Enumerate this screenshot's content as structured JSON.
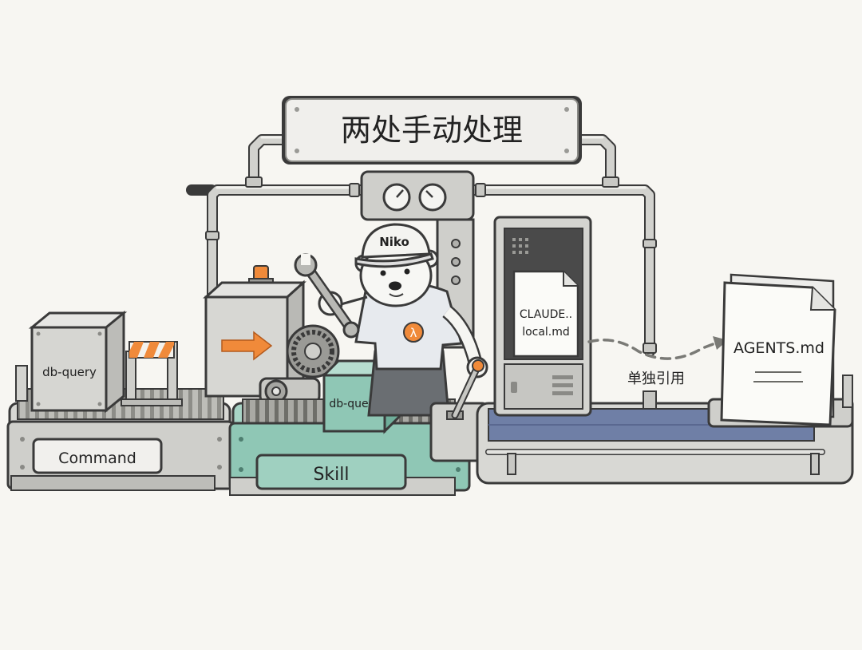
{
  "title_sign": {
    "text": "两处手动处理"
  },
  "conveyor_left": {
    "label": "Command",
    "box_label": "db-query"
  },
  "conveyor_mid": {
    "label": "Skill",
    "box_label": "db-query"
  },
  "cabinet": {
    "doc_line1": "CLAUDE..",
    "doc_line2": "local.md"
  },
  "reference": {
    "label": "单独引用"
  },
  "target_doc": {
    "label": "AGENTS.md"
  },
  "mascot": {
    "cap_text": "Niko",
    "badge_text": "λ"
  },
  "colors": {
    "outline": "#3a3a3a",
    "metal": "#d9d9d6",
    "metal_dark": "#b7b7b3",
    "teal": "#8fc7b5",
    "teal_dark": "#5f9c89",
    "orange": "#f08a3a",
    "belt_blue": "#6f7fa6",
    "paper": "#fbfbf8"
  }
}
